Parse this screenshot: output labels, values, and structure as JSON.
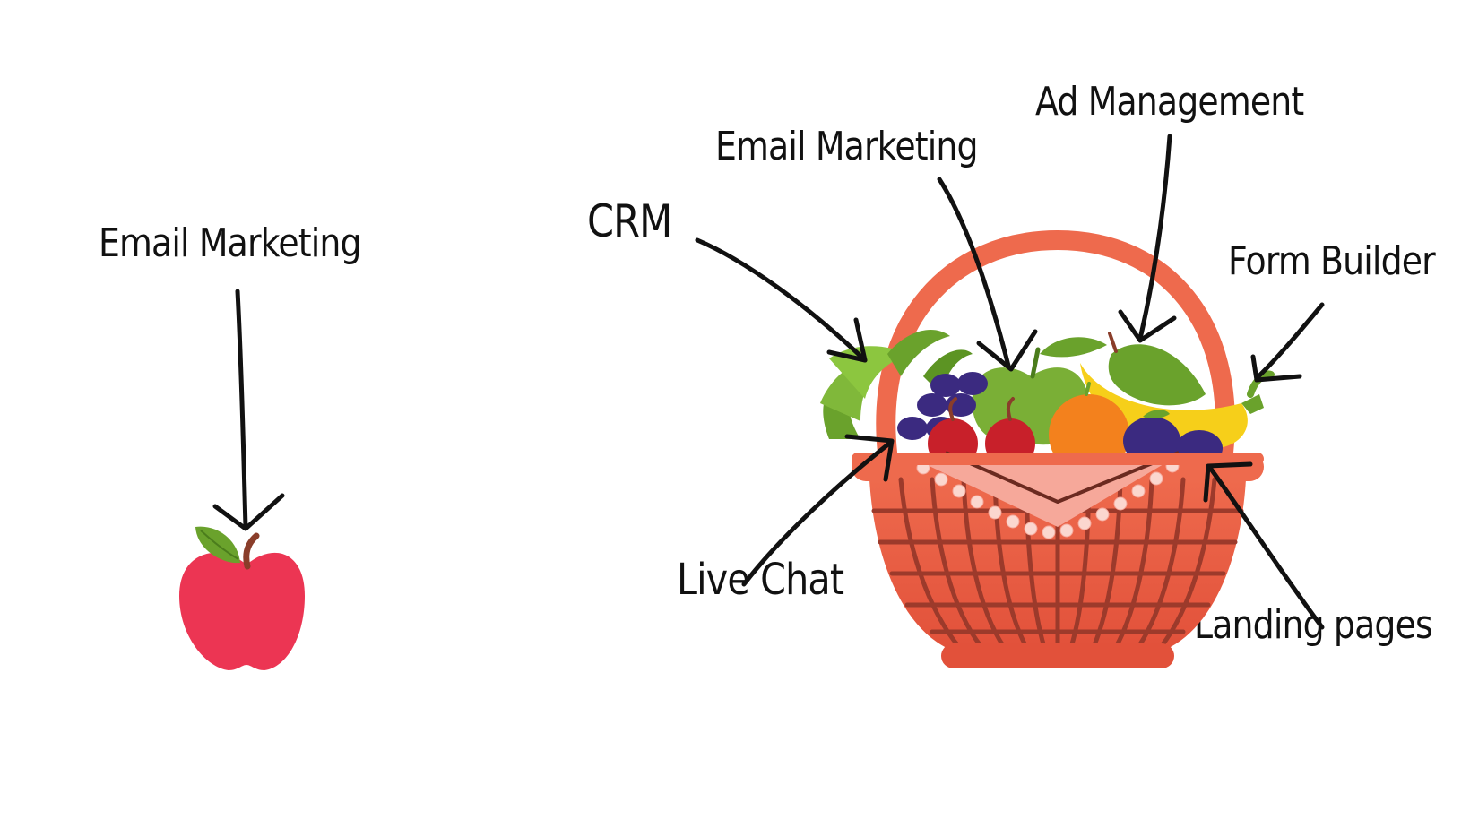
{
  "single": {
    "label": "Email Marketing"
  },
  "basket": {
    "labels": {
      "crm": "CRM",
      "email_marketing": "Email Marketing",
      "ad_management": "Ad Management",
      "form_builder": "Form Builder",
      "live_chat": "Live Chat",
      "landing_pages": "Landing pages"
    }
  },
  "colors": {
    "text": "#111111",
    "arrow": "#111111",
    "apple_red": "#ec3553",
    "leaf_green": "#6aa22c",
    "basket_orange": "#ee6a4d",
    "basket_dark": "#9c3a2b",
    "cloth_pink": "#f6a89a",
    "grape_purple": "#3b2a80",
    "orange_fruit": "#f3811d",
    "banana_yellow": "#f6cf1a"
  },
  "icons": [
    "apple-icon",
    "fruit-basket-icon",
    "arrow-icon"
  ]
}
